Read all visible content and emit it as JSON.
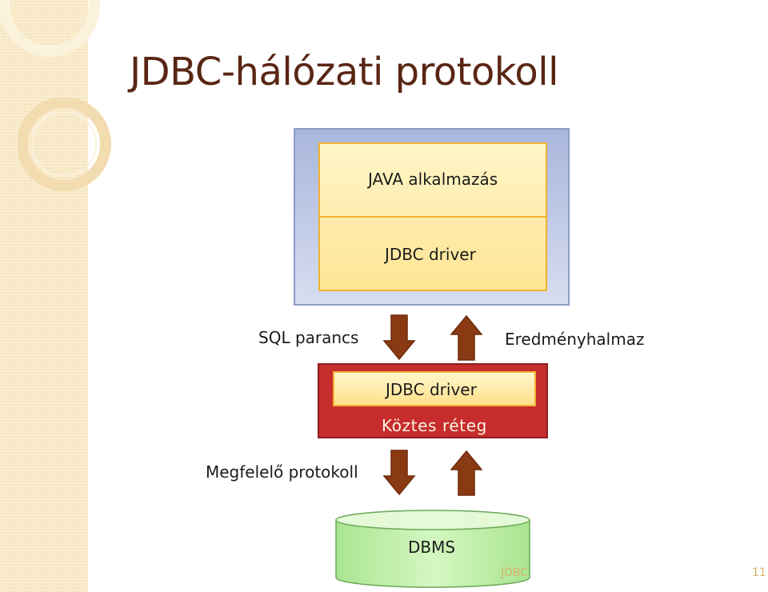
{
  "slide": {
    "title": "JDBC-hálózati protokoll",
    "footer_left": "JDBC",
    "page_number": "11"
  },
  "diagram": {
    "client": {
      "app_label": "JAVA alkalmazás",
      "driver_label": "JDBC driver"
    },
    "sql_label": "SQL parancs",
    "result_label": "Eredményhalmaz",
    "middleware": {
      "driver_label": "JDBC driver",
      "layer_label": "Köztes réteg"
    },
    "protocol_label": "Megfelelő protokoll",
    "dbms_label": "DBMS"
  },
  "colors": {
    "title": "#5a2614",
    "arrow_fill": "#8a3a12",
    "middleware": "#c62d2c",
    "dbms": "#bdf0a6"
  }
}
